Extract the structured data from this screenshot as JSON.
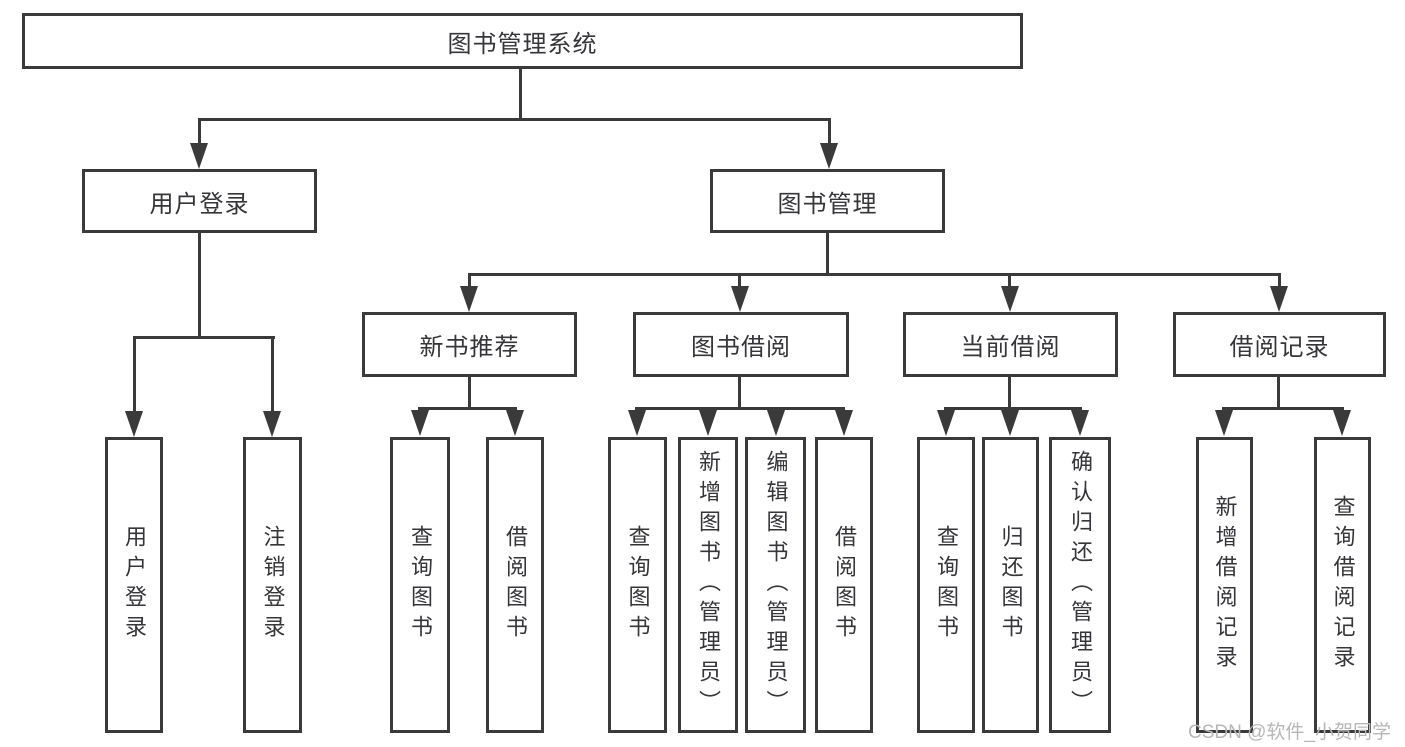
{
  "tree": {
    "label": "图书管理系统",
    "children": [
      {
        "label": "用户登录",
        "children": [
          {
            "label": "用户登录"
          },
          {
            "label": "注销登录"
          }
        ]
      },
      {
        "label": "图书管理",
        "children": [
          {
            "label": "新书推荐",
            "children": [
              {
                "label": "查询图书"
              },
              {
                "label": "借阅图书"
              }
            ]
          },
          {
            "label": "图书借阅",
            "children": [
              {
                "label": "查询图书"
              },
              {
                "label": "新增图书（管理员）"
              },
              {
                "label": "编辑图书（管理员）"
              },
              {
                "label": "借阅图书"
              }
            ]
          },
          {
            "label": "当前借阅",
            "children": [
              {
                "label": "查询图书"
              },
              {
                "label": "归还图书"
              },
              {
                "label": "确认归还（管理员）"
              }
            ]
          },
          {
            "label": "借阅记录",
            "children": [
              {
                "label": "新增借阅记录"
              },
              {
                "label": "查询借阅记录"
              }
            ]
          }
        ]
      }
    ]
  },
  "watermark": {
    "text": "CSDN @软件_小贺同学"
  },
  "colors": {
    "line": "#3a3a3a",
    "text": "#35353a",
    "background": "#ffffff",
    "watermark": "#b7b7b7"
  }
}
